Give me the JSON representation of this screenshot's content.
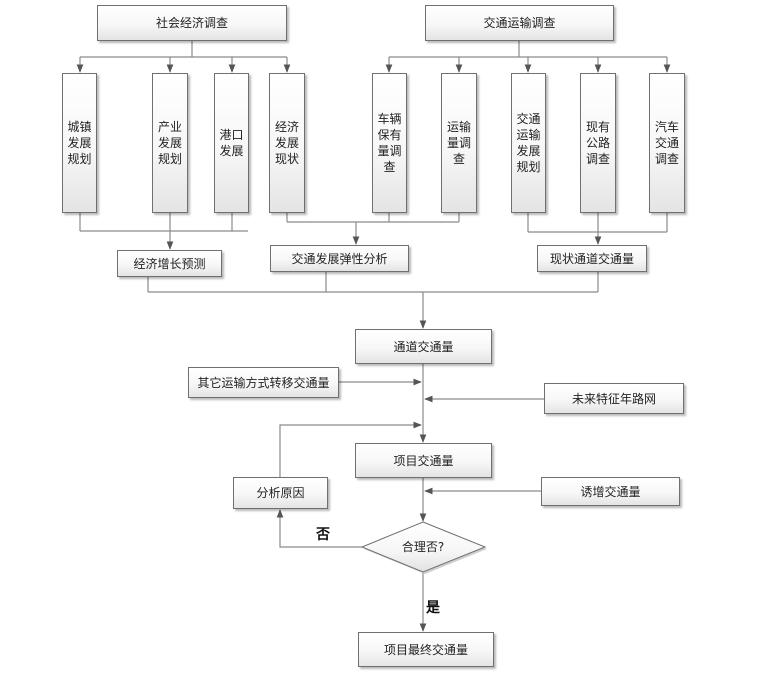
{
  "top": {
    "socio_economic": "社会经济调查",
    "transport": "交通运输调查"
  },
  "left_items": [
    "城镇发展规划",
    "产业发展规划",
    "港口发展",
    "经济发展现状"
  ],
  "right_items": [
    "车辆保有量调查",
    "运输量调查",
    "交通运输发展规划",
    "现有公路调查",
    "汽车交通调查"
  ],
  "middle": {
    "economic_growth": "经济增长预测",
    "elasticity": "交通发展弹性分析",
    "current_volume": "现状通道交通量"
  },
  "corridor_volume": "通道交通量",
  "other_modes": "其它运输方式转移交通量",
  "future_network": "未来特征年路网",
  "project_volume": "项目交通量",
  "analyze_cause": "分析原因",
  "induced_volume": "诱增交通量",
  "decision": "合理否?",
  "no_label": "否",
  "yes_label": "是",
  "final_volume": "项目最终交通量"
}
